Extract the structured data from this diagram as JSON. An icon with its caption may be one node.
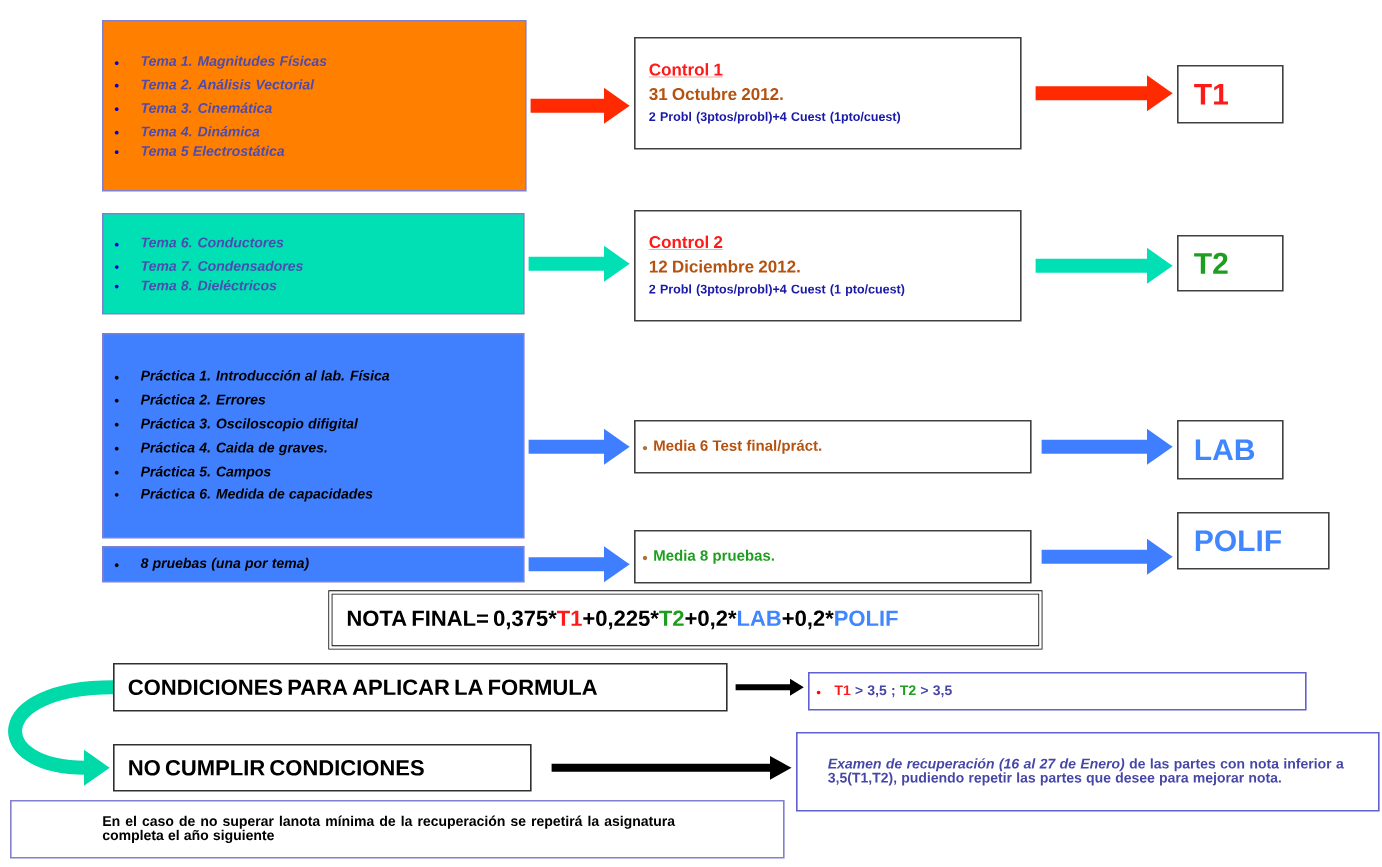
{
  "diagram": {
    "nodes": [
      {
        "text": [
          "Tema 1.  Magnitudes Físicas",
          "Tema 2. Análisis Vectorial",
          "Tema 3. Cinemática",
          "Tema 4. Dinámica",
          "Tema 5 Electrostática"
        ]
      },
      {
        "text": [
          "Control 1",
          "31 Octubre 2012.",
          "2 Probl (3ptos/probl)+4 Cuest (1pto/cuest)"
        ]
      },
      {
        "text": [
          "T1"
        ]
      },
      {
        "text": [
          "Tema 6. Conductores",
          "Tema 7. Condensadores",
          "Tema 8. Dieléctricos"
        ]
      },
      {
        "text": [
          "Control 2",
          "12 Diciembre 2012.",
          "2 Probl (3ptos/probl)+4 Cuest (1 pto/cuest)"
        ]
      },
      {
        "text": [
          "T2"
        ]
      },
      {
        "text": [
          "Práctica 1.  Introducción al lab. Física",
          "Práctica 2. Errores",
          "Práctica 3. Osciloscopio difigital",
          "Práctica 4. Caida de graves.",
          "Práctica 5. Campos",
          "Práctica 6. Medida de capacidades"
        ]
      },
      {
        "text": [
          "Media 6 Test final/práct."
        ]
      },
      {
        "text": [
          "LAB"
        ]
      },
      {
        "text": [
          "8 pruebas (una por tema)"
        ]
      },
      {
        "text": [
          "Media 8 pruebas."
        ]
      },
      {
        "text": [
          "POLIF"
        ]
      },
      {
        "text": [
          "NOTA FINAL= 0,375*",
          "T1",
          "+0,225*",
          "T2",
          "+0,2*",
          "LAB",
          "+0,2*",
          "POLIF"
        ]
      },
      {
        "text": [
          "CONDICIONES PARA APLICAR LA FORMULA"
        ]
      },
      {
        "text": [
          "T1",
          " > 3,5 ; ",
          "T2",
          " > 3,5"
        ]
      },
      {
        "text": [
          "NO CUMPLIR CONDICIONES"
        ]
      },
      {
        "text": [
          "*Examen de recuperación (16 al 27 de Enero)* de las partes con nota inferior a 3,5(T1,T2), pudiendo repetir las partes que desee para mejorar nota."
        ]
      },
      {
        "text": [
          "En el caso de no superar lanota mínima de la recuperación se repetirá la asignatura completa el año siguiente"
        ]
      }
    ],
    "edges": [
      {
        "from": 0,
        "to": 1,
        "arrow": "to",
        "color": "#ff2a00"
      },
      {
        "from": 1,
        "to": 2,
        "arrow": "to",
        "color": "#ff2a00"
      },
      {
        "from": 3,
        "to": 4,
        "arrow": "to",
        "color": "#00e0b4"
      },
      {
        "from": 4,
        "to": 5,
        "arrow": "to",
        "color": "#00e0b4"
      },
      {
        "from": 6,
        "to": 7,
        "arrow": "to"
      },
      {
        "from": 7,
        "to": 8,
        "arrow": "to"
      },
      {
        "from": 9,
        "to": 10,
        "arrow": "to"
      },
      {
        "from": 10,
        "to": 11,
        "arrow": "to"
      },
      {
        "from": 13,
        "to": 14,
        "arrow": "to",
        "color": "#000000"
      },
      {
        "from": 15,
        "to": 16,
        "arrow": "to",
        "color": "#000000"
      },
      {
        "from": 13,
        "to": 15,
        "arrow": "to",
        "color": "#00d9a8"
      }
    ]
  }
}
